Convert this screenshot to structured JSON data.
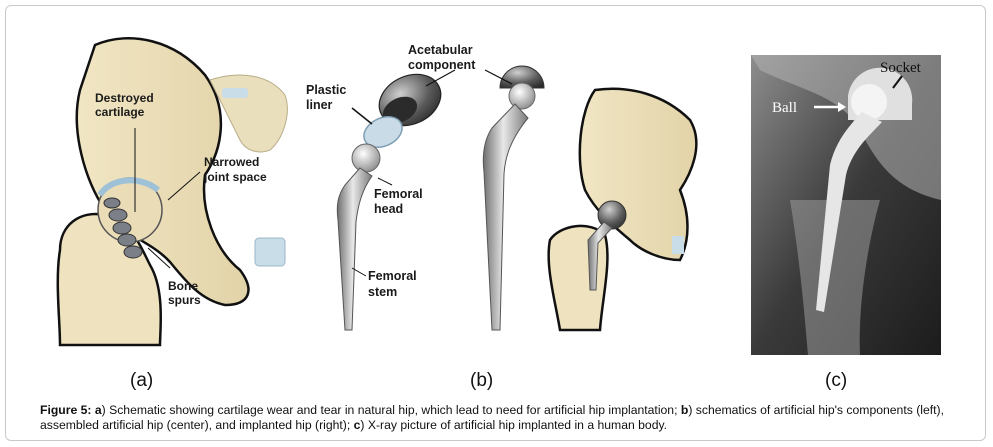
{
  "figure": {
    "panel_a": {
      "tag": "(a)",
      "labels": {
        "destroyed_line1": "Destroyed",
        "destroyed_line2": "cartilage",
        "narrowed_line1": "Narrowed",
        "narrowed_line2": "joint space",
        "spurs_line1": "Bone",
        "spurs_line2": "spurs"
      }
    },
    "panel_b": {
      "tag": "(b)",
      "labels": {
        "acetabular_line1": "Acetabular",
        "acetabular_line2": "component",
        "liner_line1": "Plastic",
        "liner_line2": "liner",
        "head_line1": "Femoral",
        "head_line2": "head",
        "stem_line1": "Femoral",
        "stem_line2": "stem"
      }
    },
    "panel_c": {
      "tag": "(c)",
      "labels": {
        "socket": "Socket",
        "ball": "Ball"
      }
    },
    "caption": {
      "prefix": "Figure 5:",
      "a_letter": "a",
      "a_text": ") Schematic showing cartilage wear and tear in natural hip, which lead to need for artificial hip implantation; ",
      "b_letter": "b",
      "b_text": ") schematics of artificial hip's components (left), assembled artificial hip (center), and implanted hip (right); ",
      "c_letter": "c",
      "c_text": ") X-ray picture of artificial hip implanted in a human body."
    }
  }
}
